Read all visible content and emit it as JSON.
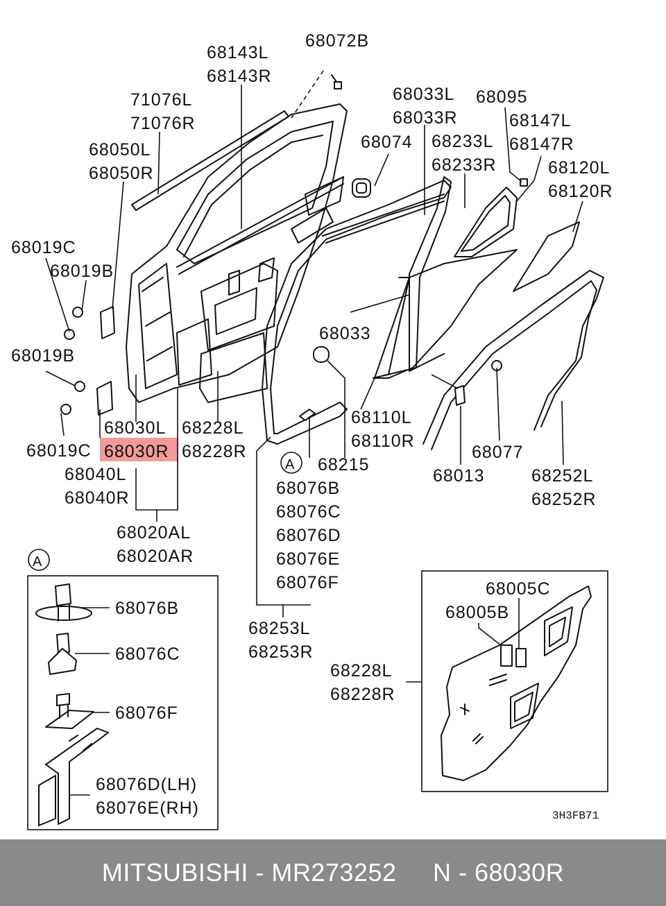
{
  "labels": {
    "l68143L": "68143L",
    "l68143R": "68143R",
    "l68072B": "68072B",
    "l71076L": "71076L",
    "l71076R": "71076R",
    "l68050L": "68050L",
    "l68050R": "68050R",
    "l68019C_a": "68019C",
    "l68019B_a": "68019B",
    "l68019B_b": "68019B",
    "l68019C_b": "68019C",
    "l68033L": "68033L",
    "l68033R": "68033R",
    "l68074": "68074",
    "l68095": "68095",
    "l68147L": "68147L",
    "l68147R": "68147R",
    "l68233L": "68233L",
    "l68233R": "68233R",
    "l68120L": "68120L",
    "l68120R": "68120R",
    "l68033": "68033",
    "l68030L": "68030L",
    "l68030R": "68030R",
    "l68228L_a": "68228L",
    "l68228R_a": "68228R",
    "l68040L": "68040L",
    "l68040R": "68040R",
    "l68020AL": "68020AL",
    "l68020AR": "68020AR",
    "l68110L": "68110L",
    "l68110R": "68110R",
    "l68215": "68215",
    "l68077": "68077",
    "l68013": "68013",
    "l68252L": "68252L",
    "l68252R": "68252R",
    "l68076B_list": "68076B",
    "l68076C_list": "68076C",
    "l68076D_list": "68076D",
    "l68076E_list": "68076E",
    "l68076F_list": "68076F",
    "l68253L": "68253L",
    "l68253R": "68253R",
    "l68005C": "68005C",
    "l68005B": "68005B",
    "l68228L_b": "68228L",
    "l68228R_b": "68228R",
    "inset_a": "A",
    "callout_a": "A",
    "l68076B_inset": "68076B",
    "l68076C_inset": "68076C",
    "l68076F_inset": "68076F",
    "l68076DLH": "68076D(LH)",
    "l68076ERH": "68076E(RH)",
    "drawing_code": "3H3FB71"
  },
  "highlight": {
    "part": "68030R",
    "color": "#f29a9a"
  },
  "footer": {
    "brand": "MITSUBISHI",
    "sep1": " - ",
    "part_number": "MR273252",
    "gap": "     ",
    "n_prefix": "N - ",
    "ref": "68030R"
  }
}
